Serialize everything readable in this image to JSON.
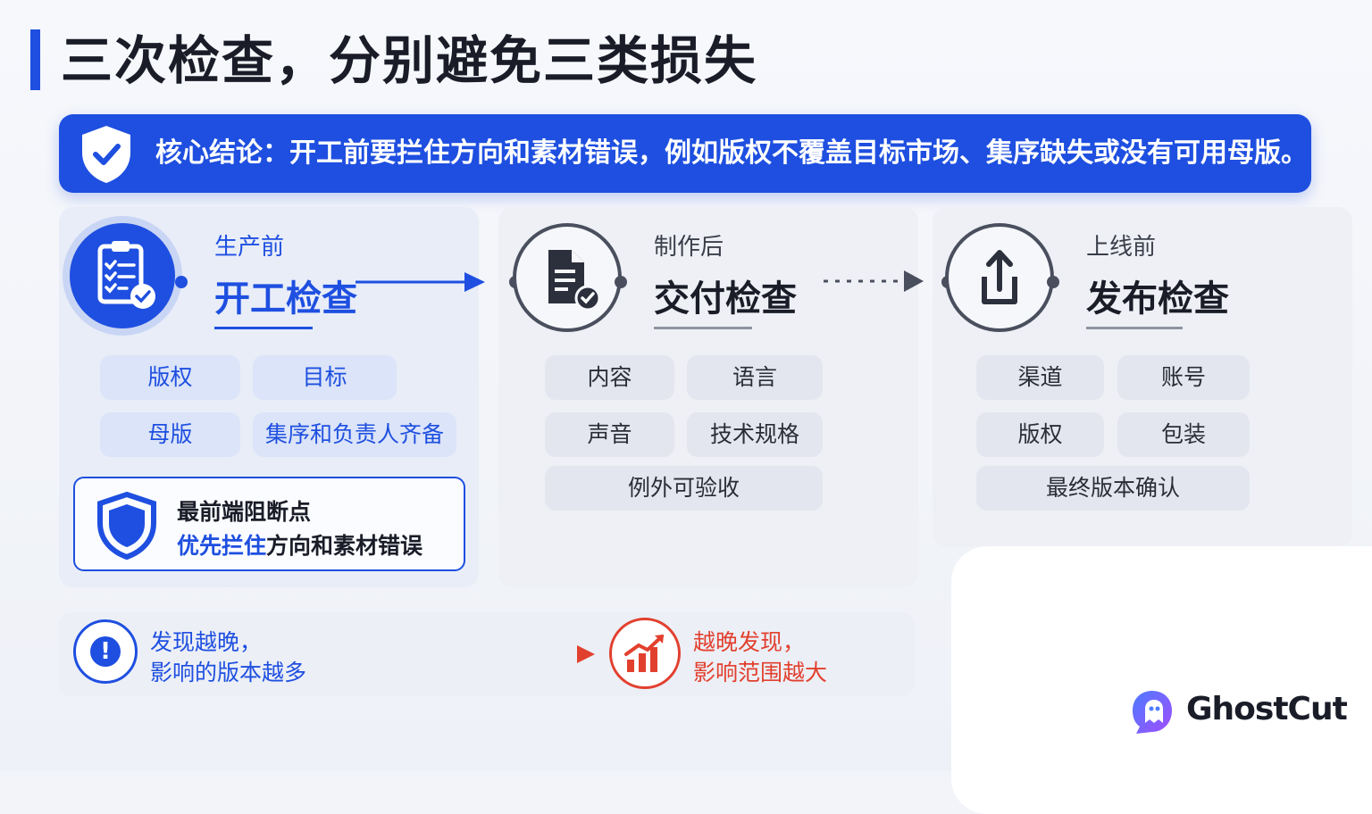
{
  "title": "三次检查，分别避免三类损失",
  "banner": {
    "text": "核心结论：开工前要拦住方向和素材错误，例如版权不覆盖目标市场、集序缺失或没有可用母版。",
    "icon": "shield-check-icon"
  },
  "stages": [
    {
      "phase": "生产前",
      "name": "开工检查",
      "icon": "clipboard-check-icon",
      "tags": [
        "版权",
        "目标",
        "母版",
        "集序和负责人齐备"
      ]
    },
    {
      "phase": "制作后",
      "name": "交付检查",
      "icon": "document-check-icon",
      "tags": [
        "内容",
        "语言",
        "声音",
        "技术规格",
        "例外可验收"
      ]
    },
    {
      "phase": "上线前",
      "name": "发布检查",
      "icon": "upload-icon",
      "tags": [
        "渠道",
        "账号",
        "版权",
        "包装",
        "最终版本确认"
      ]
    }
  ],
  "note": {
    "line1": "最前端阻断点",
    "line2_highlight": "优先拦住",
    "line2_rest": "方向和素材错误",
    "icon": "shield-icon"
  },
  "warning": {
    "left_line1": "发现越晚，",
    "left_line2": "影响的版本越多",
    "left_icon": "exclamation-icon",
    "right_line1": "越晚发现，",
    "right_line2": "影响范围越大",
    "right_icon": "rising-chart-icon"
  },
  "brand": {
    "name": "GhostCut",
    "icon": "ghost-logo-icon"
  },
  "colors": {
    "accent": "#1e4fe0",
    "danger": "#e2402e",
    "text": "#1a1d28"
  }
}
